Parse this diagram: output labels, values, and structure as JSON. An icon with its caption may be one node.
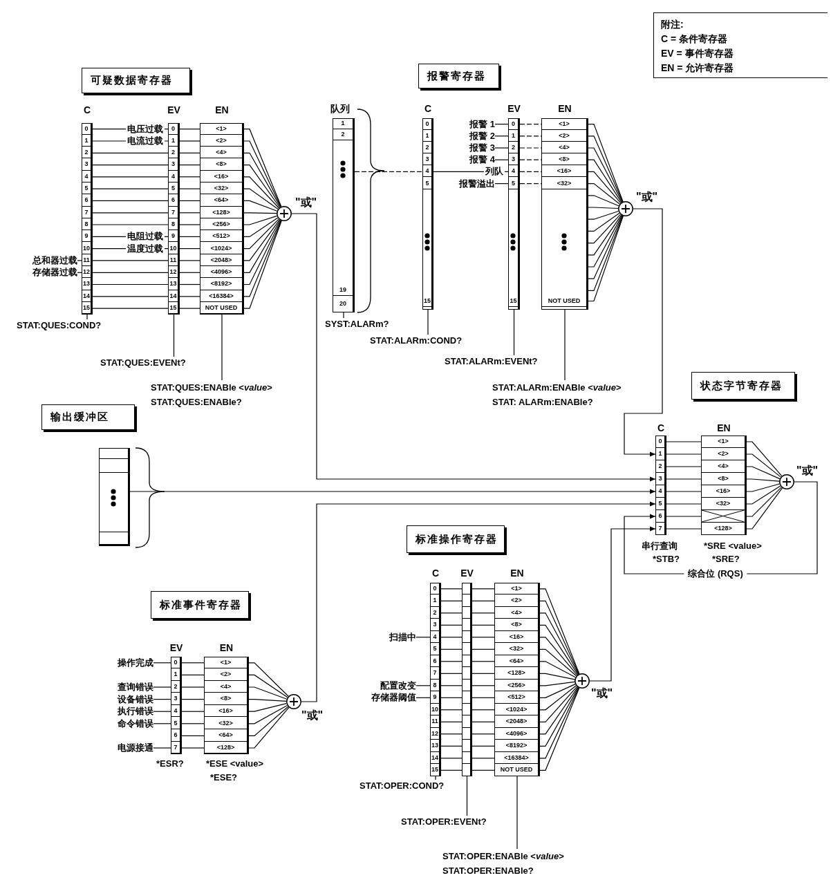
{
  "diagram": {
    "nodes": [
      {
        "text": [
          "附注:",
          "C = 条件寄存器",
          "EV = 事件寄存器",
          "EN = 允许寄存器"
        ]
      },
      {
        "text": [
          "可疑数据寄存器"
        ]
      },
      {
        "text": [
          "C",
          "0",
          "1",
          "2",
          "3",
          "4",
          "5",
          "6",
          "7",
          "8",
          "9",
          "10",
          "11",
          "12",
          "13",
          "14",
          "15"
        ]
      },
      {
        "text": [
          "EV",
          "0",
          "1",
          "2",
          "3",
          "4",
          "5",
          "6",
          "7",
          "8",
          "9",
          "10",
          "11",
          "12",
          "13",
          "14",
          "15"
        ]
      },
      {
        "text": [
          "EN",
          "<1>",
          "<2>",
          "<4>",
          "<8>",
          "<16>",
          "<32>",
          "<64>",
          "<128>",
          "<256>",
          "<512>",
          "<1024>",
          "<2048>",
          "<4096>",
          "<8192>",
          "<16384>",
          "NOT USED"
        ]
      },
      {
        "text": [],
        "shape": "circle",
        "beside": [
          "\"或\""
        ]
      },
      {
        "text": [
          "总和器过载"
        ]
      },
      {
        "text": [
          "存储器过载"
        ]
      },
      {
        "text": [
          "STAT:QUES:COND?"
        ]
      },
      {
        "text": [
          "STAT:QUES:EVENt?"
        ]
      },
      {
        "text": [
          "STAT:QUES:ENABle <*value*>",
          "STAT:QUES:ENABle?"
        ]
      },
      {
        "text": [
          "报警寄存器"
        ]
      },
      {
        "text": [
          "1",
          "2",
          "19",
          "20"
        ],
        "beside": [
          "队列"
        ]
      },
      {
        "text": [
          "C",
          "0",
          "1",
          "2",
          "3",
          "4",
          "5",
          "15"
        ]
      },
      {
        "text": [
          "EV",
          "0",
          "1",
          "2",
          "3",
          "4",
          "5",
          "15"
        ]
      },
      {
        "text": [
          "EN",
          "<1>",
          "<2>",
          "<4>",
          "<8>",
          "<16>",
          "<32>",
          "NOT USED"
        ]
      },
      {
        "text": [],
        "shape": "circle",
        "beside": [
          "\"或\""
        ]
      },
      {
        "text": [
          "报警 1"
        ]
      },
      {
        "text": [
          "报警 2"
        ]
      },
      {
        "text": [
          "报警 3"
        ]
      },
      {
        "text": [
          "报警 4"
        ]
      },
      {
        "text": [
          "报警溢出"
        ]
      },
      {
        "text": [
          "SYST:ALARm?"
        ]
      },
      {
        "text": [
          "STAT:ALARm:COND?"
        ]
      },
      {
        "text": [
          "STAT:ALARm:EVENt?"
        ]
      },
      {
        "text": [
          "STAT:ALARm:ENABle <*value*>",
          "STAT: ALARm:ENABle?"
        ]
      },
      {
        "text": [
          "状态字节寄存器"
        ]
      },
      {
        "text": [
          "C",
          "0",
          "1",
          "2",
          "3",
          "4",
          "5",
          "6",
          "7"
        ]
      },
      {
        "text": [
          "EN",
          "<1>",
          "<2>",
          "<4>",
          "<8>",
          "<16>",
          "<32>",
          "<128>"
        ]
      },
      {
        "text": [],
        "shape": "circle",
        "beside": [
          "\"或\""
        ]
      },
      {
        "text": [
          "输出缓冲区"
        ]
      },
      {
        "text": [],
        "shape": "box"
      },
      {
        "text": [
          "标准事件寄存器"
        ]
      },
      {
        "text": [
          "EV",
          "0",
          "1",
          "2",
          "3",
          "4",
          "5",
          "6",
          "7"
        ]
      },
      {
        "text": [
          "EN",
          "<1>",
          "<2>",
          "<4>",
          "<8>",
          "<16>",
          "<32>",
          "<64>",
          "<128>"
        ]
      },
      {
        "text": [],
        "shape": "circle",
        "beside": [
          "\"或\""
        ]
      },
      {
        "text": [
          "操作完成"
        ]
      },
      {
        "text": [
          "查询错误"
        ]
      },
      {
        "text": [
          "设备错误"
        ]
      },
      {
        "text": [
          "执行错误"
        ]
      },
      {
        "text": [
          "命令错误"
        ]
      },
      {
        "text": [
          "电源接通"
        ]
      },
      {
        "text": [
          "标准操作寄存器"
        ]
      },
      {
        "text": [
          "C",
          "0",
          "1",
          "2",
          "3",
          "4",
          "5",
          "6",
          "7",
          "8",
          "9",
          "10",
          "11",
          "12",
          "13",
          "14",
          "15"
        ]
      },
      {
        "text": [
          "EV"
        ]
      },
      {
        "text": [
          "EN",
          "<1>",
          "<2>",
          "<4>",
          "<8>",
          "<16>",
          "<32>",
          "<64>",
          "<128>",
          "<256>",
          "<512>",
          "<1024>",
          "<2048>",
          "<4096>",
          "<8192>",
          "<16384>",
          "NOT USED"
        ]
      },
      {
        "text": [],
        "shape": "circle",
        "beside": [
          "\"或\""
        ]
      },
      {
        "text": [
          "扫描中"
        ]
      },
      {
        "text": [
          "配置改变"
        ]
      },
      {
        "text": [
          "存储器阈值"
        ]
      },
      {
        "text": [
          "STAT:OPER:COND?"
        ]
      },
      {
        "text": [
          "STAT:OPER:EVENt?"
        ]
      },
      {
        "text": [
          "STAT:OPER:ENABle <*value*>",
          "STAT:OPER:ENABle?"
        ]
      }
    ],
    "edges": [
      {
        "from": 2,
        "to": 3,
        "arrow": "none",
        "label": "电压过载"
      },
      {
        "from": 2,
        "to": 3,
        "arrow": "none",
        "label": "电流过载"
      },
      {
        "from": 2,
        "to": 3,
        "arrow": "none"
      },
      {
        "from": 2,
        "to": 3,
        "arrow": "none"
      },
      {
        "from": 2,
        "to": 3,
        "arrow": "none"
      },
      {
        "from": 2,
        "to": 3,
        "arrow": "none"
      },
      {
        "from": 2,
        "to": 3,
        "arrow": "none"
      },
      {
        "from": 2,
        "to": 3,
        "arrow": "none"
      },
      {
        "from": 2,
        "to": 3,
        "arrow": "none"
      },
      {
        "from": 2,
        "to": 3,
        "arrow": "none",
        "label": "电阻过载"
      },
      {
        "from": 2,
        "to": 3,
        "arrow": "none",
        "label": "温度过载"
      },
      {
        "from": 2,
        "to": 3,
        "arrow": "none"
      },
      {
        "from": 2,
        "to": 3,
        "arrow": "none"
      },
      {
        "from": 2,
        "to": 3,
        "arrow": "none"
      },
      {
        "from": 2,
        "to": 3,
        "arrow": "none"
      },
      {
        "from": 2,
        "to": 3,
        "arrow": "none"
      },
      {
        "from": 3,
        "to": 4,
        "arrow": "none"
      },
      {
        "from": 3,
        "to": 4,
        "arrow": "none"
      },
      {
        "from": 3,
        "to": 4,
        "arrow": "none"
      },
      {
        "from": 3,
        "to": 4,
        "arrow": "none"
      },
      {
        "from": 3,
        "to": 4,
        "arrow": "none"
      },
      {
        "from": 3,
        "to": 4,
        "arrow": "none"
      },
      {
        "from": 3,
        "to": 4,
        "arrow": "none"
      },
      {
        "from": 3,
        "to": 4,
        "arrow": "none"
      },
      {
        "from": 3,
        "to": 4,
        "arrow": "none"
      },
      {
        "from": 3,
        "to": 4,
        "arrow": "none"
      },
      {
        "from": 3,
        "to": 4,
        "arrow": "none"
      },
      {
        "from": 3,
        "to": 4,
        "arrow": "none"
      },
      {
        "from": 3,
        "to": 4,
        "arrow": "none"
      },
      {
        "from": 3,
        "to": 4,
        "arrow": "none"
      },
      {
        "from": 3,
        "to": 4,
        "arrow": "none"
      },
      {
        "from": 3,
        "to": 4,
        "arrow": "none"
      },
      {
        "from": 4,
        "to": 5,
        "arrow": "none"
      },
      {
        "from": 4,
        "to": 5,
        "arrow": "none"
      },
      {
        "from": 4,
        "to": 5,
        "arrow": "none"
      },
      {
        "from": 4,
        "to": 5,
        "arrow": "none"
      },
      {
        "from": 4,
        "to": 5,
        "arrow": "none"
      },
      {
        "from": 4,
        "to": 5,
        "arrow": "none"
      },
      {
        "from": 4,
        "to": 5,
        "arrow": "none"
      },
      {
        "from": 4,
        "to": 5,
        "arrow": "none"
      },
      {
        "from": 4,
        "to": 5,
        "arrow": "none"
      },
      {
        "from": 4,
        "to": 5,
        "arrow": "none"
      },
      {
        "from": 4,
        "to": 5,
        "arrow": "none"
      },
      {
        "from": 4,
        "to": 5,
        "arrow": "none"
      },
      {
        "from": 4,
        "to": 5,
        "arrow": "none"
      },
      {
        "from": 4,
        "to": 5,
        "arrow": "none"
      },
      {
        "from": 4,
        "to": 5,
        "arrow": "none"
      },
      {
        "from": 4,
        "to": 5,
        "arrow": "none"
      },
      {
        "from": 6,
        "to": 2,
        "arrow": "none"
      },
      {
        "from": 7,
        "to": 2,
        "arrow": "none"
      },
      {
        "from": 8,
        "to": 2,
        "arrow": "none"
      },
      {
        "from": 9,
        "to": 3,
        "arrow": "none"
      },
      {
        "from": 10,
        "to": 4,
        "arrow": "none"
      },
      {
        "from": 5,
        "to": 27,
        "arrow": "to"
      },
      {
        "from": 13,
        "to": 14,
        "arrow": "none",
        "label": "列队"
      },
      {
        "from": 17,
        "to": 14,
        "arrow": "none"
      },
      {
        "from": 18,
        "to": 14,
        "arrow": "none"
      },
      {
        "from": 19,
        "to": 14,
        "arrow": "none"
      },
      {
        "from": 20,
        "to": 14,
        "arrow": "none"
      },
      {
        "from": 21,
        "to": 14,
        "arrow": "none"
      },
      {
        "from": 14,
        "to": 15,
        "arrow": "none",
        "style": "dashed"
      },
      {
        "from": 14,
        "to": 15,
        "arrow": "none",
        "style": "dashed"
      },
      {
        "from": 14,
        "to": 15,
        "arrow": "none",
        "style": "dashed"
      },
      {
        "from": 14,
        "to": 15,
        "arrow": "none",
        "style": "dashed"
      },
      {
        "from": 14,
        "to": 15,
        "arrow": "none",
        "style": "dashed"
      },
      {
        "from": 14,
        "to": 15,
        "arrow": "none",
        "style": "dashed"
      },
      {
        "from": 15,
        "to": 16,
        "arrow": "none"
      },
      {
        "from": 15,
        "to": 16,
        "arrow": "none"
      },
      {
        "from": 15,
        "to": 16,
        "arrow": "none"
      },
      {
        "from": 15,
        "to": 16,
        "arrow": "none"
      },
      {
        "from": 15,
        "to": 16,
        "arrow": "none"
      },
      {
        "from": 15,
        "to": 16,
        "arrow": "none"
      },
      {
        "from": 15,
        "to": 16,
        "arrow": "none"
      },
      {
        "from": 15,
        "to": 16,
        "arrow": "none"
      },
      {
        "from": 15,
        "to": 16,
        "arrow": "none"
      },
      {
        "from": 15,
        "to": 16,
        "arrow": "none"
      },
      {
        "from": 15,
        "to": 16,
        "arrow": "none"
      },
      {
        "from": 15,
        "to": 16,
        "arrow": "none"
      },
      {
        "from": 15,
        "to": 16,
        "arrow": "none"
      },
      {
        "from": 15,
        "to": 16,
        "arrow": "none"
      },
      {
        "from": 15,
        "to": 16,
        "arrow": "none"
      },
      {
        "from": 15,
        "to": 16,
        "arrow": "none"
      },
      {
        "from": 12,
        "to": 13,
        "arrow": "none",
        "style": "dashed"
      },
      {
        "from": 22,
        "to": 12,
        "arrow": "none"
      },
      {
        "from": 23,
        "to": 13,
        "arrow": "none"
      },
      {
        "from": 24,
        "to": 14,
        "arrow": "none"
      },
      {
        "from": 25,
        "to": 15,
        "arrow": "none"
      },
      {
        "from": 16,
        "to": 27,
        "arrow": "to"
      },
      {
        "from": 27,
        "to": 28,
        "arrow": "none"
      },
      {
        "from": 27,
        "to": 28,
        "arrow": "none"
      },
      {
        "from": 27,
        "to": 28,
        "arrow": "none"
      },
      {
        "from": 27,
        "to": 28,
        "arrow": "none"
      },
      {
        "from": 27,
        "to": 28,
        "arrow": "none"
      },
      {
        "from": 27,
        "to": 28,
        "arrow": "none"
      },
      {
        "from": 27,
        "to": 28,
        "arrow": "none"
      },
      {
        "from": 27,
        "to": 28,
        "arrow": "none"
      },
      {
        "from": 28,
        "to": 29,
        "arrow": "none"
      },
      {
        "from": 28,
        "to": 29,
        "arrow": "none"
      },
      {
        "from": 28,
        "to": 29,
        "arrow": "none"
      },
      {
        "from": 28,
        "to": 29,
        "arrow": "none"
      },
      {
        "from": 28,
        "to": 29,
        "arrow": "none"
      },
      {
        "from": 28,
        "to": 29,
        "arrow": "none"
      },
      {
        "from": 28,
        "to": 29,
        "arrow": "none"
      },
      {
        "from": 28,
        "to": 29,
        "arrow": "none"
      },
      {
        "from": 29,
        "to": 27,
        "arrow": "to",
        "label": "综合位 (RQS)"
      },
      {
        "from": 31,
        "to": 27,
        "arrow": "to"
      },
      {
        "from": 36,
        "to": 33,
        "arrow": "none"
      },
      {
        "from": 37,
        "to": 33,
        "arrow": "none"
      },
      {
        "from": 38,
        "to": 33,
        "arrow": "none"
      },
      {
        "from": 39,
        "to": 33,
        "arrow": "none"
      },
      {
        "from": 40,
        "to": 33,
        "arrow": "none"
      },
      {
        "from": 41,
        "to": 33,
        "arrow": "none"
      },
      {
        "from": 33,
        "to": 34,
        "arrow": "none"
      },
      {
        "from": 33,
        "to": 34,
        "arrow": "none"
      },
      {
        "from": 33,
        "to": 34,
        "arrow": "none"
      },
      {
        "from": 33,
        "to": 34,
        "arrow": "none"
      },
      {
        "from": 33,
        "to": 34,
        "arrow": "none"
      },
      {
        "from": 33,
        "to": 34,
        "arrow": "none"
      },
      {
        "from": 33,
        "to": 34,
        "arrow": "none"
      },
      {
        "from": 33,
        "to": 34,
        "arrow": "none"
      },
      {
        "from": 34,
        "to": 35,
        "arrow": "none"
      },
      {
        "from": 34,
        "to": 35,
        "arrow": "none"
      },
      {
        "from": 34,
        "to": 35,
        "arrow": "none"
      },
      {
        "from": 34,
        "to": 35,
        "arrow": "none"
      },
      {
        "from": 34,
        "to": 35,
        "arrow": "none"
      },
      {
        "from": 34,
        "to": 35,
        "arrow": "none"
      },
      {
        "from": 34,
        "to": 35,
        "arrow": "none"
      },
      {
        "from": 34,
        "to": 35,
        "arrow": "none"
      },
      {
        "from": 35,
        "to": 27,
        "arrow": "to"
      },
      {
        "from": 43,
        "to": 44,
        "arrow": "none"
      },
      {
        "from": 43,
        "to": 44,
        "arrow": "none"
      },
      {
        "from": 43,
        "to": 44,
        "arrow": "none"
      },
      {
        "from": 43,
        "to": 44,
        "arrow": "none"
      },
      {
        "from": 43,
        "to": 44,
        "arrow": "none"
      },
      {
        "from": 43,
        "to": 44,
        "arrow": "none"
      },
      {
        "from": 43,
        "to": 44,
        "arrow": "none"
      },
      {
        "from": 43,
        "to": 44,
        "arrow": "none"
      },
      {
        "from": 43,
        "to": 44,
        "arrow": "none"
      },
      {
        "from": 43,
        "to": 44,
        "arrow": "none"
      },
      {
        "from": 43,
        "to": 44,
        "arrow": "none"
      },
      {
        "from": 43,
        "to": 44,
        "arrow": "none"
      },
      {
        "from": 43,
        "to": 44,
        "arrow": "none"
      },
      {
        "from": 43,
        "to": 44,
        "arrow": "none"
      },
      {
        "from": 43,
        "to": 44,
        "arrow": "none"
      },
      {
        "from": 43,
        "to": 44,
        "arrow": "none"
      },
      {
        "from": 44,
        "to": 45,
        "arrow": "none"
      },
      {
        "from": 44,
        "to": 45,
        "arrow": "none"
      },
      {
        "from": 44,
        "to": 45,
        "arrow": "none"
      },
      {
        "from": 44,
        "to": 45,
        "arrow": "none"
      },
      {
        "from": 44,
        "to": 45,
        "arrow": "none"
      },
      {
        "from": 44,
        "to": 45,
        "arrow": "none"
      },
      {
        "from": 44,
        "to": 45,
        "arrow": "none"
      },
      {
        "from": 44,
        "to": 45,
        "arrow": "none"
      },
      {
        "from": 44,
        "to": 45,
        "arrow": "none"
      },
      {
        "from": 44,
        "to": 45,
        "arrow": "none"
      },
      {
        "from": 44,
        "to": 45,
        "arrow": "none"
      },
      {
        "from": 44,
        "to": 45,
        "arrow": "none"
      },
      {
        "from": 44,
        "to": 45,
        "arrow": "none"
      },
      {
        "from": 44,
        "to": 45,
        "arrow": "none"
      },
      {
        "from": 44,
        "to": 45,
        "arrow": "none"
      },
      {
        "from": 44,
        "to": 45,
        "arrow": "none"
      },
      {
        "from": 45,
        "to": 46,
        "arrow": "none"
      },
      {
        "from": 45,
        "to": 46,
        "arrow": "none"
      },
      {
        "from": 45,
        "to": 46,
        "arrow": "none"
      },
      {
        "from": 45,
        "to": 46,
        "arrow": "none"
      },
      {
        "from": 45,
        "to": 46,
        "arrow": "none"
      },
      {
        "from": 45,
        "to": 46,
        "arrow": "none"
      },
      {
        "from": 45,
        "to": 46,
        "arrow": "none"
      },
      {
        "from": 45,
        "to": 46,
        "arrow": "none"
      },
      {
        "from": 45,
        "to": 46,
        "arrow": "none"
      },
      {
        "from": 45,
        "to": 46,
        "arrow": "none"
      },
      {
        "from": 45,
        "to": 46,
        "arrow": "none"
      },
      {
        "from": 45,
        "to": 46,
        "arrow": "none"
      },
      {
        "from": 45,
        "to": 46,
        "arrow": "none"
      },
      {
        "from": 45,
        "to": 46,
        "arrow": "none"
      },
      {
        "from": 45,
        "to": 46,
        "arrow": "none"
      },
      {
        "from": 45,
        "to": 46,
        "arrow": "none"
      },
      {
        "from": 47,
        "to": 43,
        "arrow": "none"
      },
      {
        "from": 48,
        "to": 43,
        "arrow": "none"
      },
      {
        "from": 49,
        "to": 43,
        "arrow": "none"
      },
      {
        "from": 50,
        "to": 43,
        "arrow": "none"
      },
      {
        "from": 51,
        "to": 44,
        "arrow": "none"
      },
      {
        "from": 52,
        "to": 45,
        "arrow": "none"
      },
      {
        "from": 46,
        "to": 27,
        "arrow": "to"
      }
    ],
    "labels": [
      "串行查询",
      "*STB?",
      "*SRE <value>",
      "*SRE?",
      "*ESR?",
      "*ESE <value>",
      "*ESE?"
    ]
  }
}
